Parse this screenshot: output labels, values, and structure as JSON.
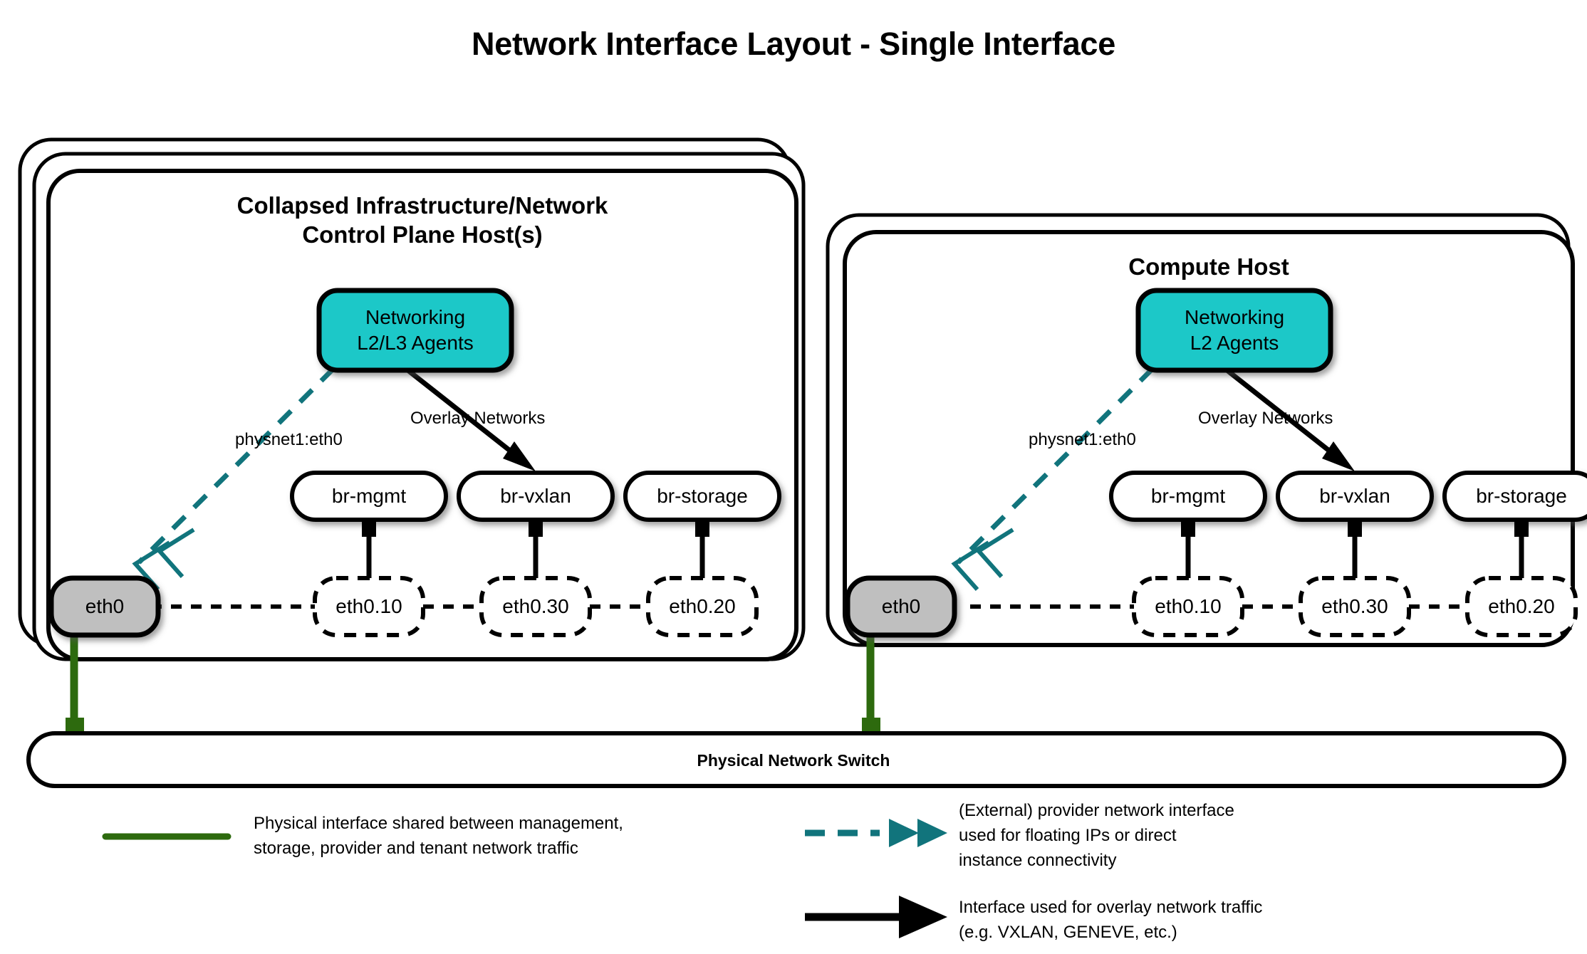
{
  "title": "Network Interface Layout - Single Interface",
  "colors": {
    "teal_fill": "#1fc8c8",
    "teal_line": "#11747c",
    "green_line": "#2d6a0e",
    "grey_fill": "#bfbfbf",
    "black": "#000000"
  },
  "hosts": [
    {
      "id": "control-plane-host",
      "title": "Collapsed Infrastructure/Network\nControl Plane Host(s)",
      "title_line1": "Collapsed Infrastructure/Network",
      "title_line2": "Control Plane Host(s)",
      "stack_count": 3,
      "agent": {
        "line1": "Networking",
        "line2": "L2/L3 Agents"
      },
      "provider_label": "physnet1:eth0",
      "overlay_label": "Overlay Networks",
      "physical_interface": "eth0",
      "bridges": [
        {
          "bridge": "br-mgmt",
          "interface": "eth0.10"
        },
        {
          "bridge": "br-vxlan",
          "interface": "eth0.30"
        },
        {
          "bridge": "br-storage",
          "interface": "eth0.20"
        }
      ]
    },
    {
      "id": "compute-host",
      "title": "Compute Host",
      "title_line1": "Compute Host",
      "title_line2": "",
      "stack_count": 2,
      "agent": {
        "line1": "Networking",
        "line2": "L2 Agents"
      },
      "provider_label": "physnet1:eth0",
      "overlay_label": "Overlay Networks",
      "physical_interface": "eth0",
      "bridges": [
        {
          "bridge": "br-mgmt",
          "interface": "eth0.10"
        },
        {
          "bridge": "br-vxlan",
          "interface": "eth0.30"
        },
        {
          "bridge": "br-storage",
          "interface": "eth0.20"
        }
      ]
    }
  ],
  "switch": {
    "label": "Physical Network Switch"
  },
  "legend": [
    {
      "id": "legend-physical",
      "style": "solid-green-line",
      "text": "Physical interface shared between management,\nstorage, provider and tenant network traffic"
    },
    {
      "id": "legend-provider",
      "style": "dashed-teal-double-arrow",
      "text": "(External) provider network interface\nused for floating IPs or direct\ninstance connectivity"
    },
    {
      "id": "legend-overlay",
      "style": "solid-black-arrow",
      "text": "Interface used for overlay network traffic\n(e.g. VXLAN, GENEVE, etc.)"
    }
  ]
}
